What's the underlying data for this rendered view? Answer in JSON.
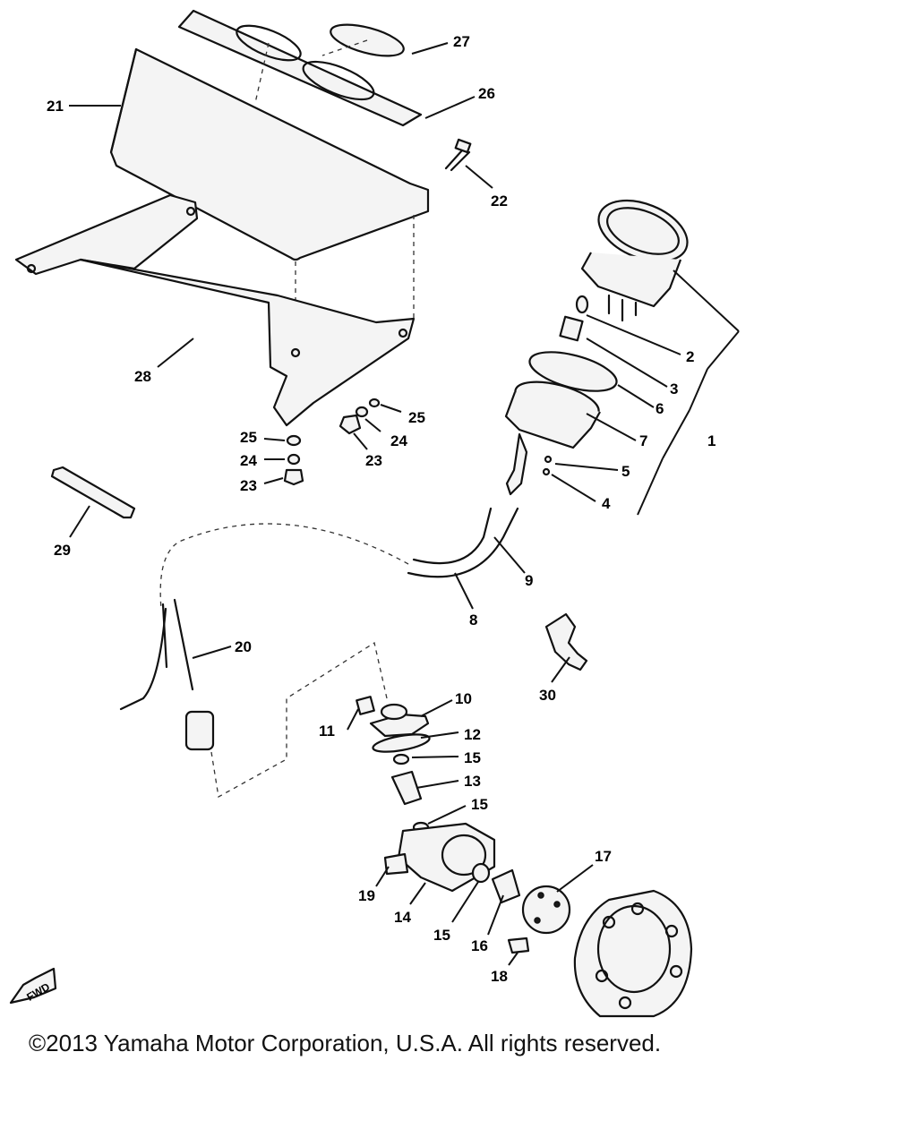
{
  "callouts": {
    "c1": "1",
    "c2": "2",
    "c3": "3",
    "c4": "4",
    "c5": "5",
    "c6": "6",
    "c7": "7",
    "c8": "8",
    "c9": "9",
    "c10": "10",
    "c11": "11",
    "c12": "12",
    "c13": "13",
    "c14": "14",
    "c15a": "15",
    "c15b": "15",
    "c15c": "15",
    "c16": "16",
    "c17": "17",
    "c18": "18",
    "c19": "19",
    "c20": "20",
    "c21": "21",
    "c22": "22",
    "c23a": "23",
    "c23b": "23",
    "c24a": "24",
    "c24b": "24",
    "c25a": "25",
    "c25b": "25",
    "c26": "26",
    "c27": "27",
    "c28": "28",
    "c29": "29",
    "c30": "30"
  },
  "fwd_arrow": {
    "text": "FWD"
  },
  "footer": {
    "copyright": "©2013 Yamaha Motor Corporation, U.S.A. All rights reserved."
  }
}
